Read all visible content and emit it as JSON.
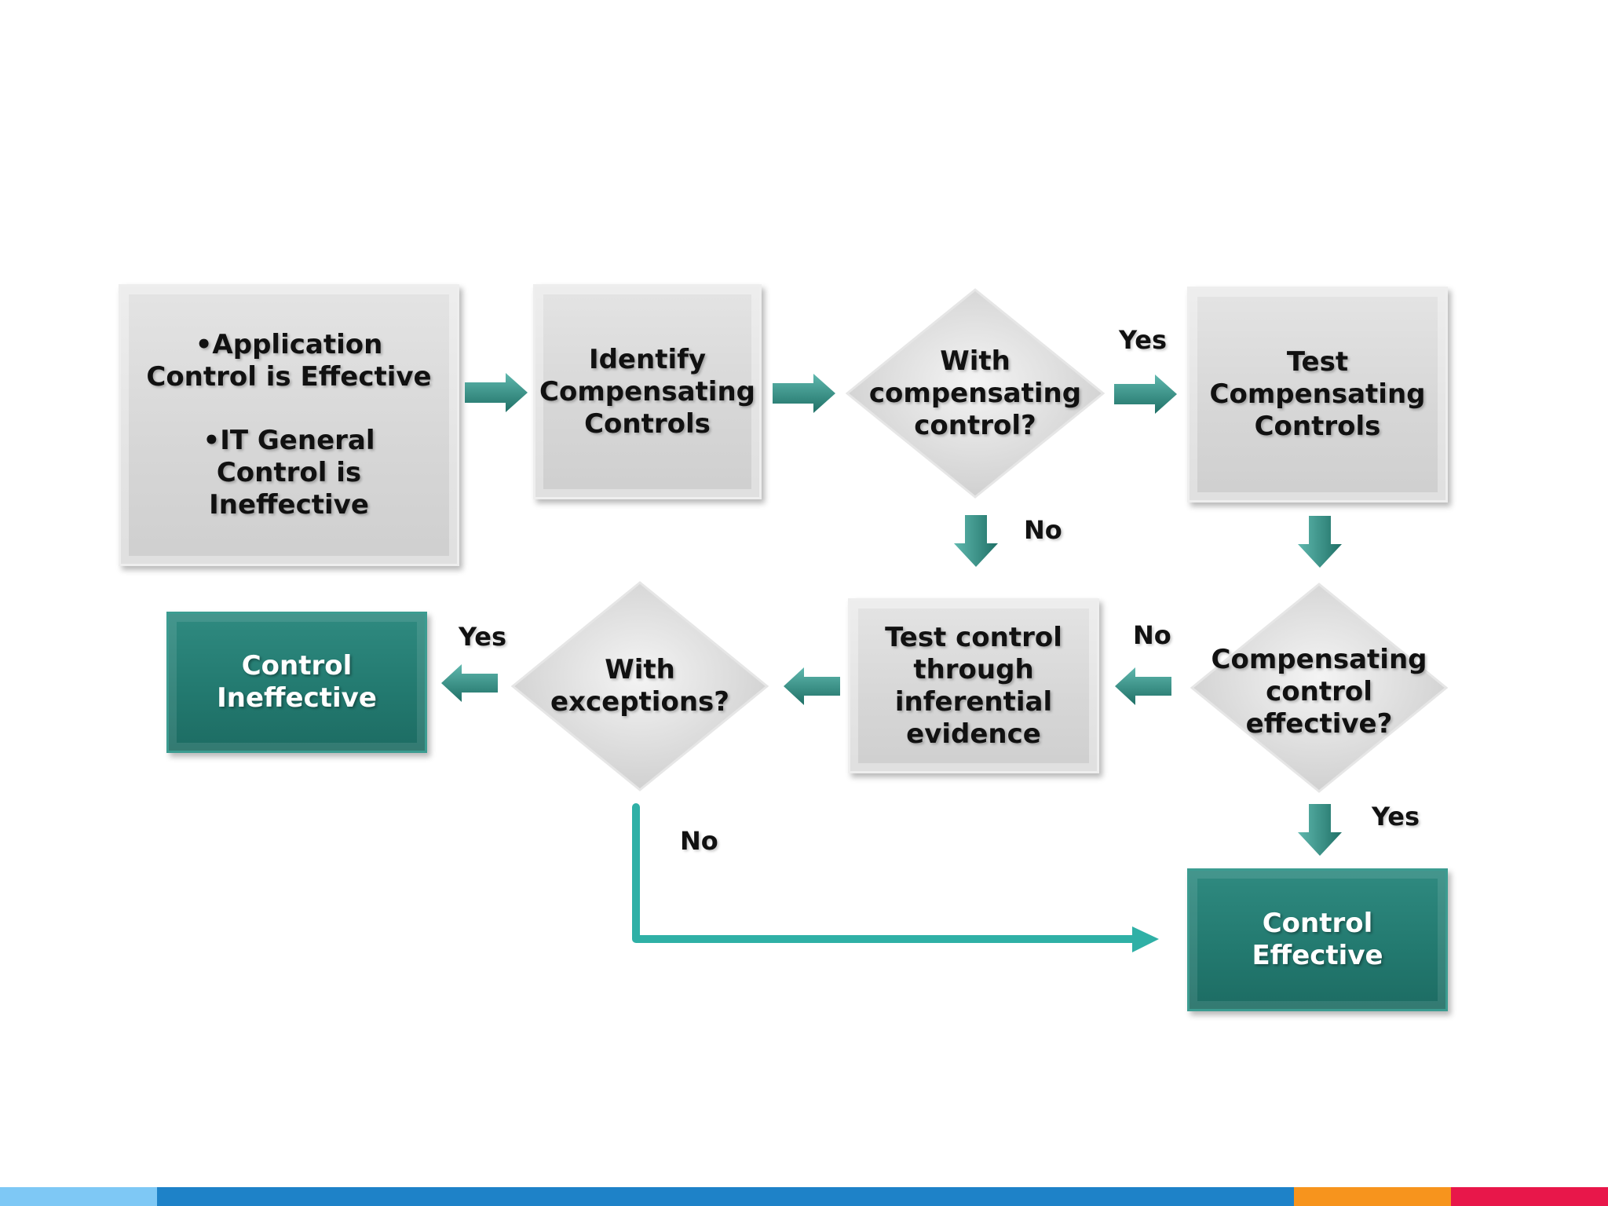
{
  "nodes": {
    "start_line1": "•Application Control is Effective",
    "start_line2": "•IT General Control is Ineffective",
    "identify": "Identify Compensating Controls",
    "with_comp": "With compensating control?",
    "test_comp": "Test Compensating Controls",
    "comp_effective": "Compensating control effective?",
    "test_inferential": "Test control through inferential evidence",
    "with_exceptions": "With exceptions?",
    "control_ineffective": "Control Ineffective",
    "control_effective": "Control Effective"
  },
  "edge_labels": {
    "yes_to_test": "Yes",
    "no_to_inferential": "No",
    "no_comp_ineffective": "No",
    "yes_exceptions": "Yes",
    "no_exceptions": "No",
    "yes_comp_effective": "Yes"
  },
  "colors": {
    "teal": "#237a70",
    "connector": "#2fb0a6",
    "footer": [
      "#7ec8f5",
      "#1e82c8",
      "#f7941d",
      "#e8174a"
    ]
  }
}
